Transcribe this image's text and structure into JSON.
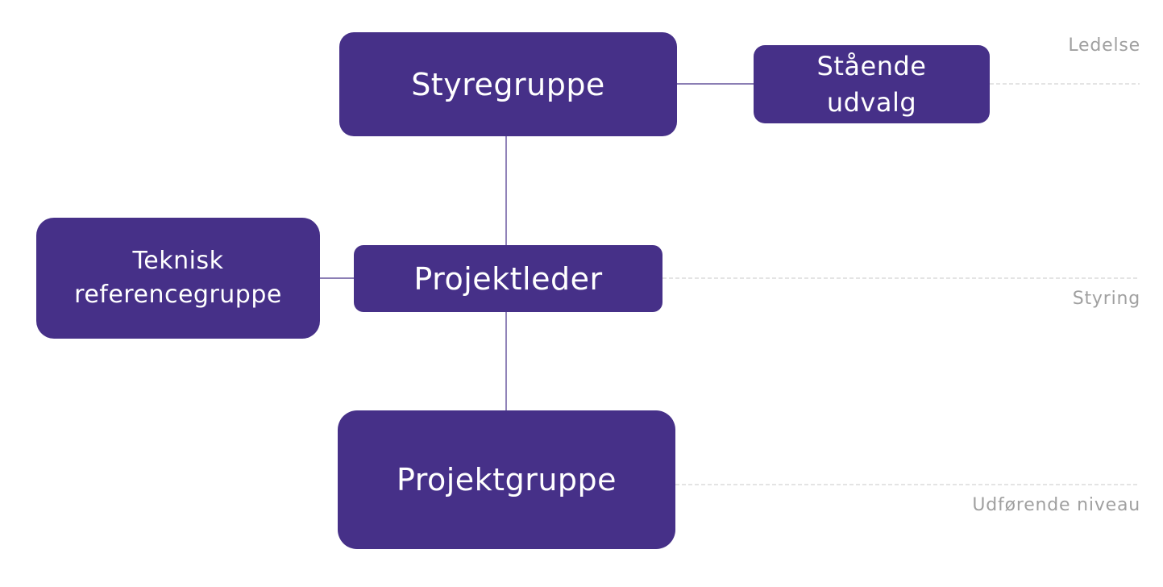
{
  "diagram": {
    "nodes": {
      "styregruppe": "Styregruppe",
      "staende_udvalg": "Stående\nudvalg",
      "projektleder": "Projektleder",
      "teknisk_referencegruppe": "Teknisk\nreferencegruppe",
      "projektgruppe": "Projektgruppe"
    },
    "levels": {
      "ledelse": "Ledelse",
      "styring": "Styring",
      "udforende": "Udførende niveau"
    },
    "colors": {
      "box_fill": "#463088",
      "box_text": "#ffffff",
      "connector": "#463088",
      "level_line": "#c8c8c8",
      "level_text": "#a0a0a0"
    }
  }
}
